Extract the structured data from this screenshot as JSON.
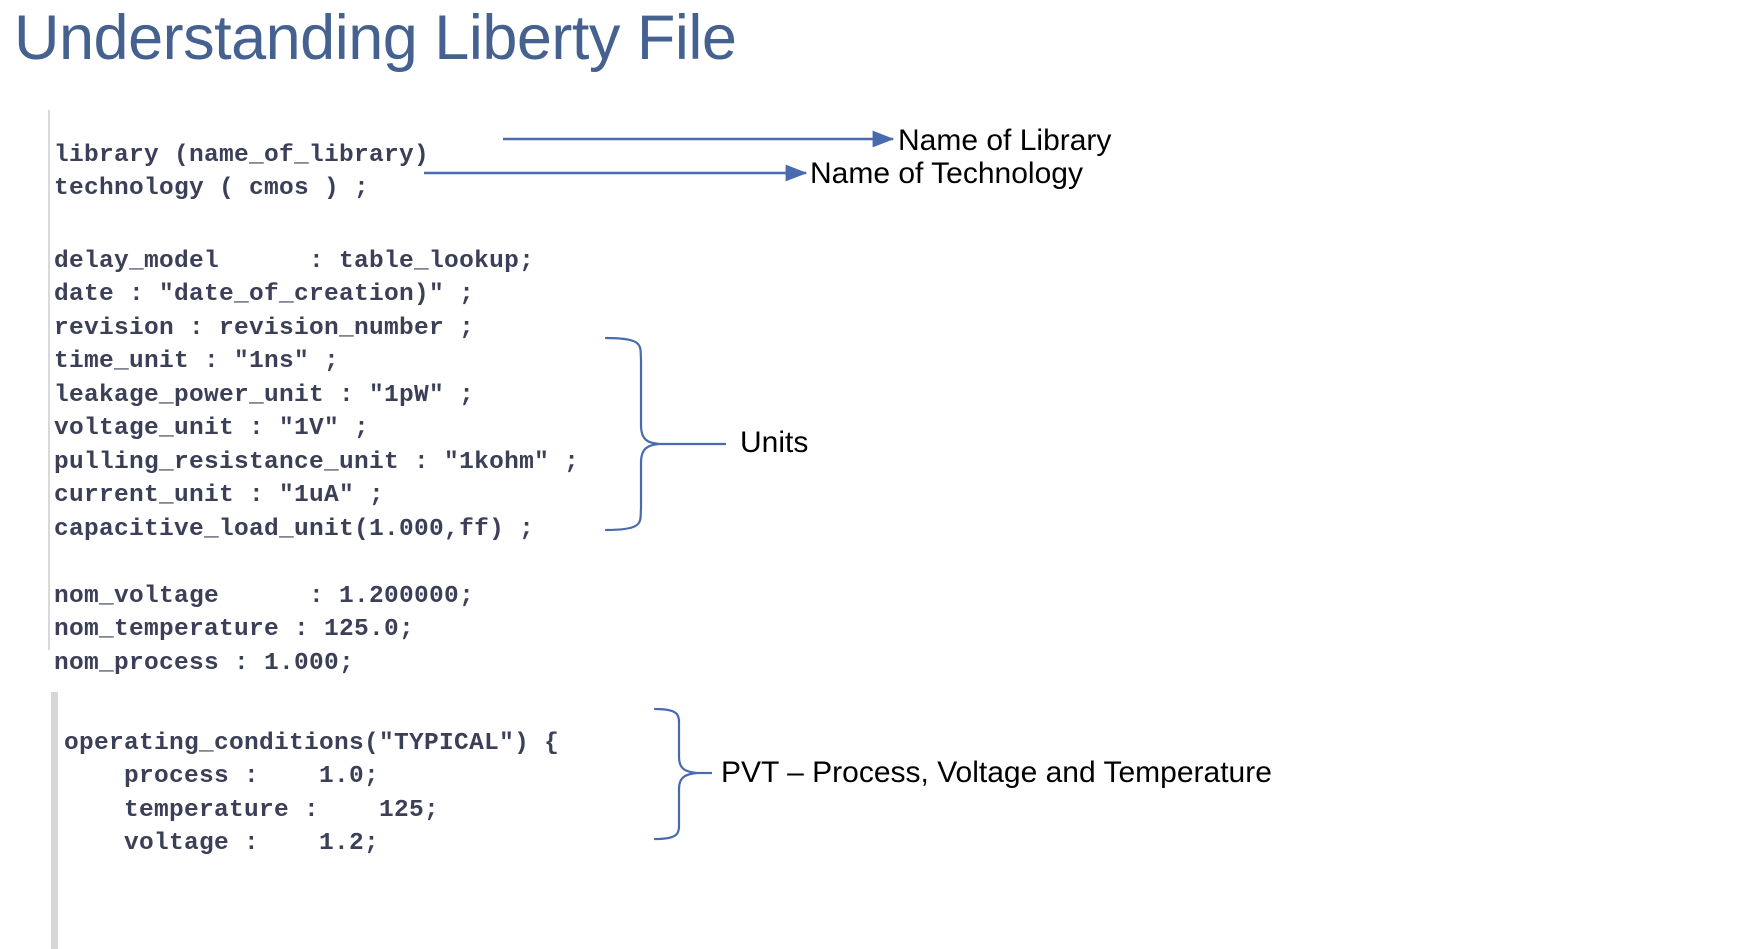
{
  "slide": {
    "title": "Understanding Liberty File",
    "title_color": "#44618f",
    "accent_color": "#4a6ab0",
    "code_color": "#3b3f57"
  },
  "code": {
    "header_lines": "library (name_of_library)\ntechnology ( cmos ) ;",
    "attribute_lines": "delay_model      : table_lookup;\ndate : \"date_of_creation)\" ;\nrevision : revision_number ;\ntime_unit : \"1ns\" ;\nleakage_power_unit : \"1pW\" ;\nvoltage_unit : \"1V\" ;\npulling_resistance_unit : \"1kohm\" ;\ncurrent_unit : \"1uA\" ;\ncapacitive_load_unit(1.000,ff) ;",
    "nominal_lines": "nom_voltage      : 1.200000;\nnom_temperature : 125.0;\nnom_process : 1.000;",
    "operating_conditions_lines": "operating_conditions(\"TYPICAL\") {\n    process :    1.0;\n    temperature :    125;\n    voltage :    1.2;"
  },
  "annotations": {
    "library": "Name of Library",
    "technology": "Name of Technology",
    "units": "Units",
    "pvt": "PVT – Process, Voltage and Temperature"
  }
}
